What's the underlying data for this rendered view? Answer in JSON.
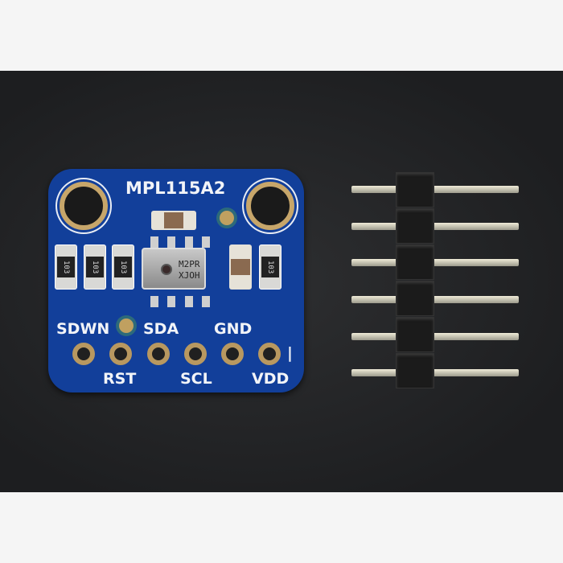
{
  "board": {
    "title": "MPL115A2",
    "chip_marking": [
      "M2PR",
      "XJOH"
    ],
    "resistor_code": "103",
    "pin_labels_top": [
      "SDWN",
      "SDA",
      "GND"
    ],
    "pin_labels_bottom": [
      "RST",
      "SCL",
      "VDD"
    ],
    "pin1_mark": "|",
    "color": "#123f9a"
  },
  "header": {
    "pin_count": 6
  }
}
